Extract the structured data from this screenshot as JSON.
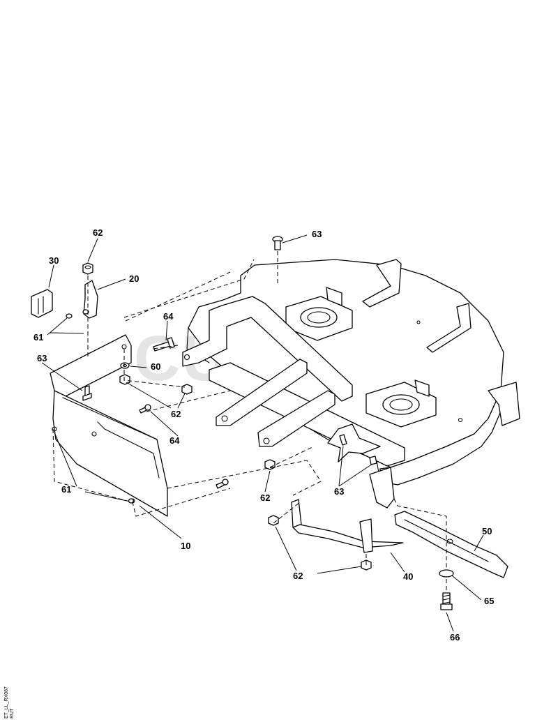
{
  "watermark": "CUTLER'S",
  "drawing_code": "ET_LL_RX087",
  "drawing_code_2": "RUT",
  "callouts": [
    {
      "id": "c62a",
      "label": "62"
    },
    {
      "id": "c63top",
      "label": "63"
    },
    {
      "id": "c30",
      "label": "30"
    },
    {
      "id": "c20",
      "label": "20"
    },
    {
      "id": "c64a",
      "label": "64"
    },
    {
      "id": "c61a",
      "label": "61"
    },
    {
      "id": "c63left",
      "label": "63"
    },
    {
      "id": "c60",
      "label": "60"
    },
    {
      "id": "c62b",
      "label": "62"
    },
    {
      "id": "c64b",
      "label": "64"
    },
    {
      "id": "c61b",
      "label": "61"
    },
    {
      "id": "c10",
      "label": "10"
    },
    {
      "id": "c62c",
      "label": "62"
    },
    {
      "id": "c63right",
      "label": "63"
    },
    {
      "id": "c50",
      "label": "50"
    },
    {
      "id": "c62d",
      "label": "62"
    },
    {
      "id": "c40",
      "label": "40"
    },
    {
      "id": "c65",
      "label": "65"
    },
    {
      "id": "c66",
      "label": "66"
    }
  ]
}
